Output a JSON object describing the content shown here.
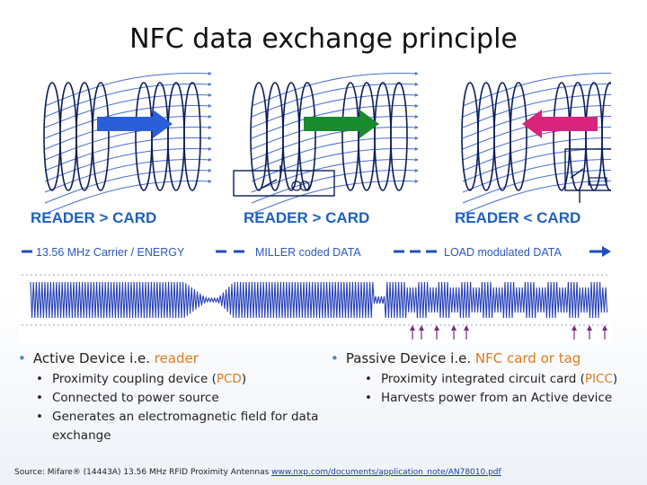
{
  "title": "NFC data exchange principle",
  "diagram": {
    "mode_labels": [
      "READER > CARD",
      "READER  >  CARD",
      "READER  <  CARD"
    ],
    "band_labels": [
      "13.56 MHz Carrier / ENERGY",
      "MILLER coded DATA",
      "LOAD modulated DATA"
    ],
    "colors": {
      "arrow1": "#2b5fd9",
      "arrow2": "#1a8a2e",
      "arrow3": "#d8247a",
      "coil": "#0b1b5a",
      "field": "#4a6fd0",
      "waveform": "#2540b8",
      "mode_text": "#1f5fbf",
      "band_line": "#1f4fbf",
      "tick": "#7a2a7a"
    }
  },
  "left": {
    "head_prefix": "Active Device",
    "head_mid": " i.e. ",
    "head_accent": "reader",
    "items": [
      {
        "pre": "Proximity coupling device (",
        "acc": "PCD",
        "post": ")"
      },
      {
        "pre": "Connected to power source",
        "acc": "",
        "post": ""
      },
      {
        "pre": "Generates an electromagnetic field for data exchange",
        "acc": "",
        "post": ""
      }
    ]
  },
  "right": {
    "head_prefix": "Passive Device",
    "head_mid": " i.e. ",
    "head_accent": "NFC card or tag",
    "items": [
      {
        "pre": "Proximity integrated circuit card (",
        "acc": "PICC",
        "post": ")"
      },
      {
        "pre": "Harvests power from an Active device",
        "acc": "",
        "post": ""
      }
    ]
  },
  "source": {
    "text": "Source: Mifare® (14443A) 13.56 MHz RFID Proximity Antennas ",
    "link": "www.nxp.com/documents/application_note/AN78010.pdf"
  }
}
